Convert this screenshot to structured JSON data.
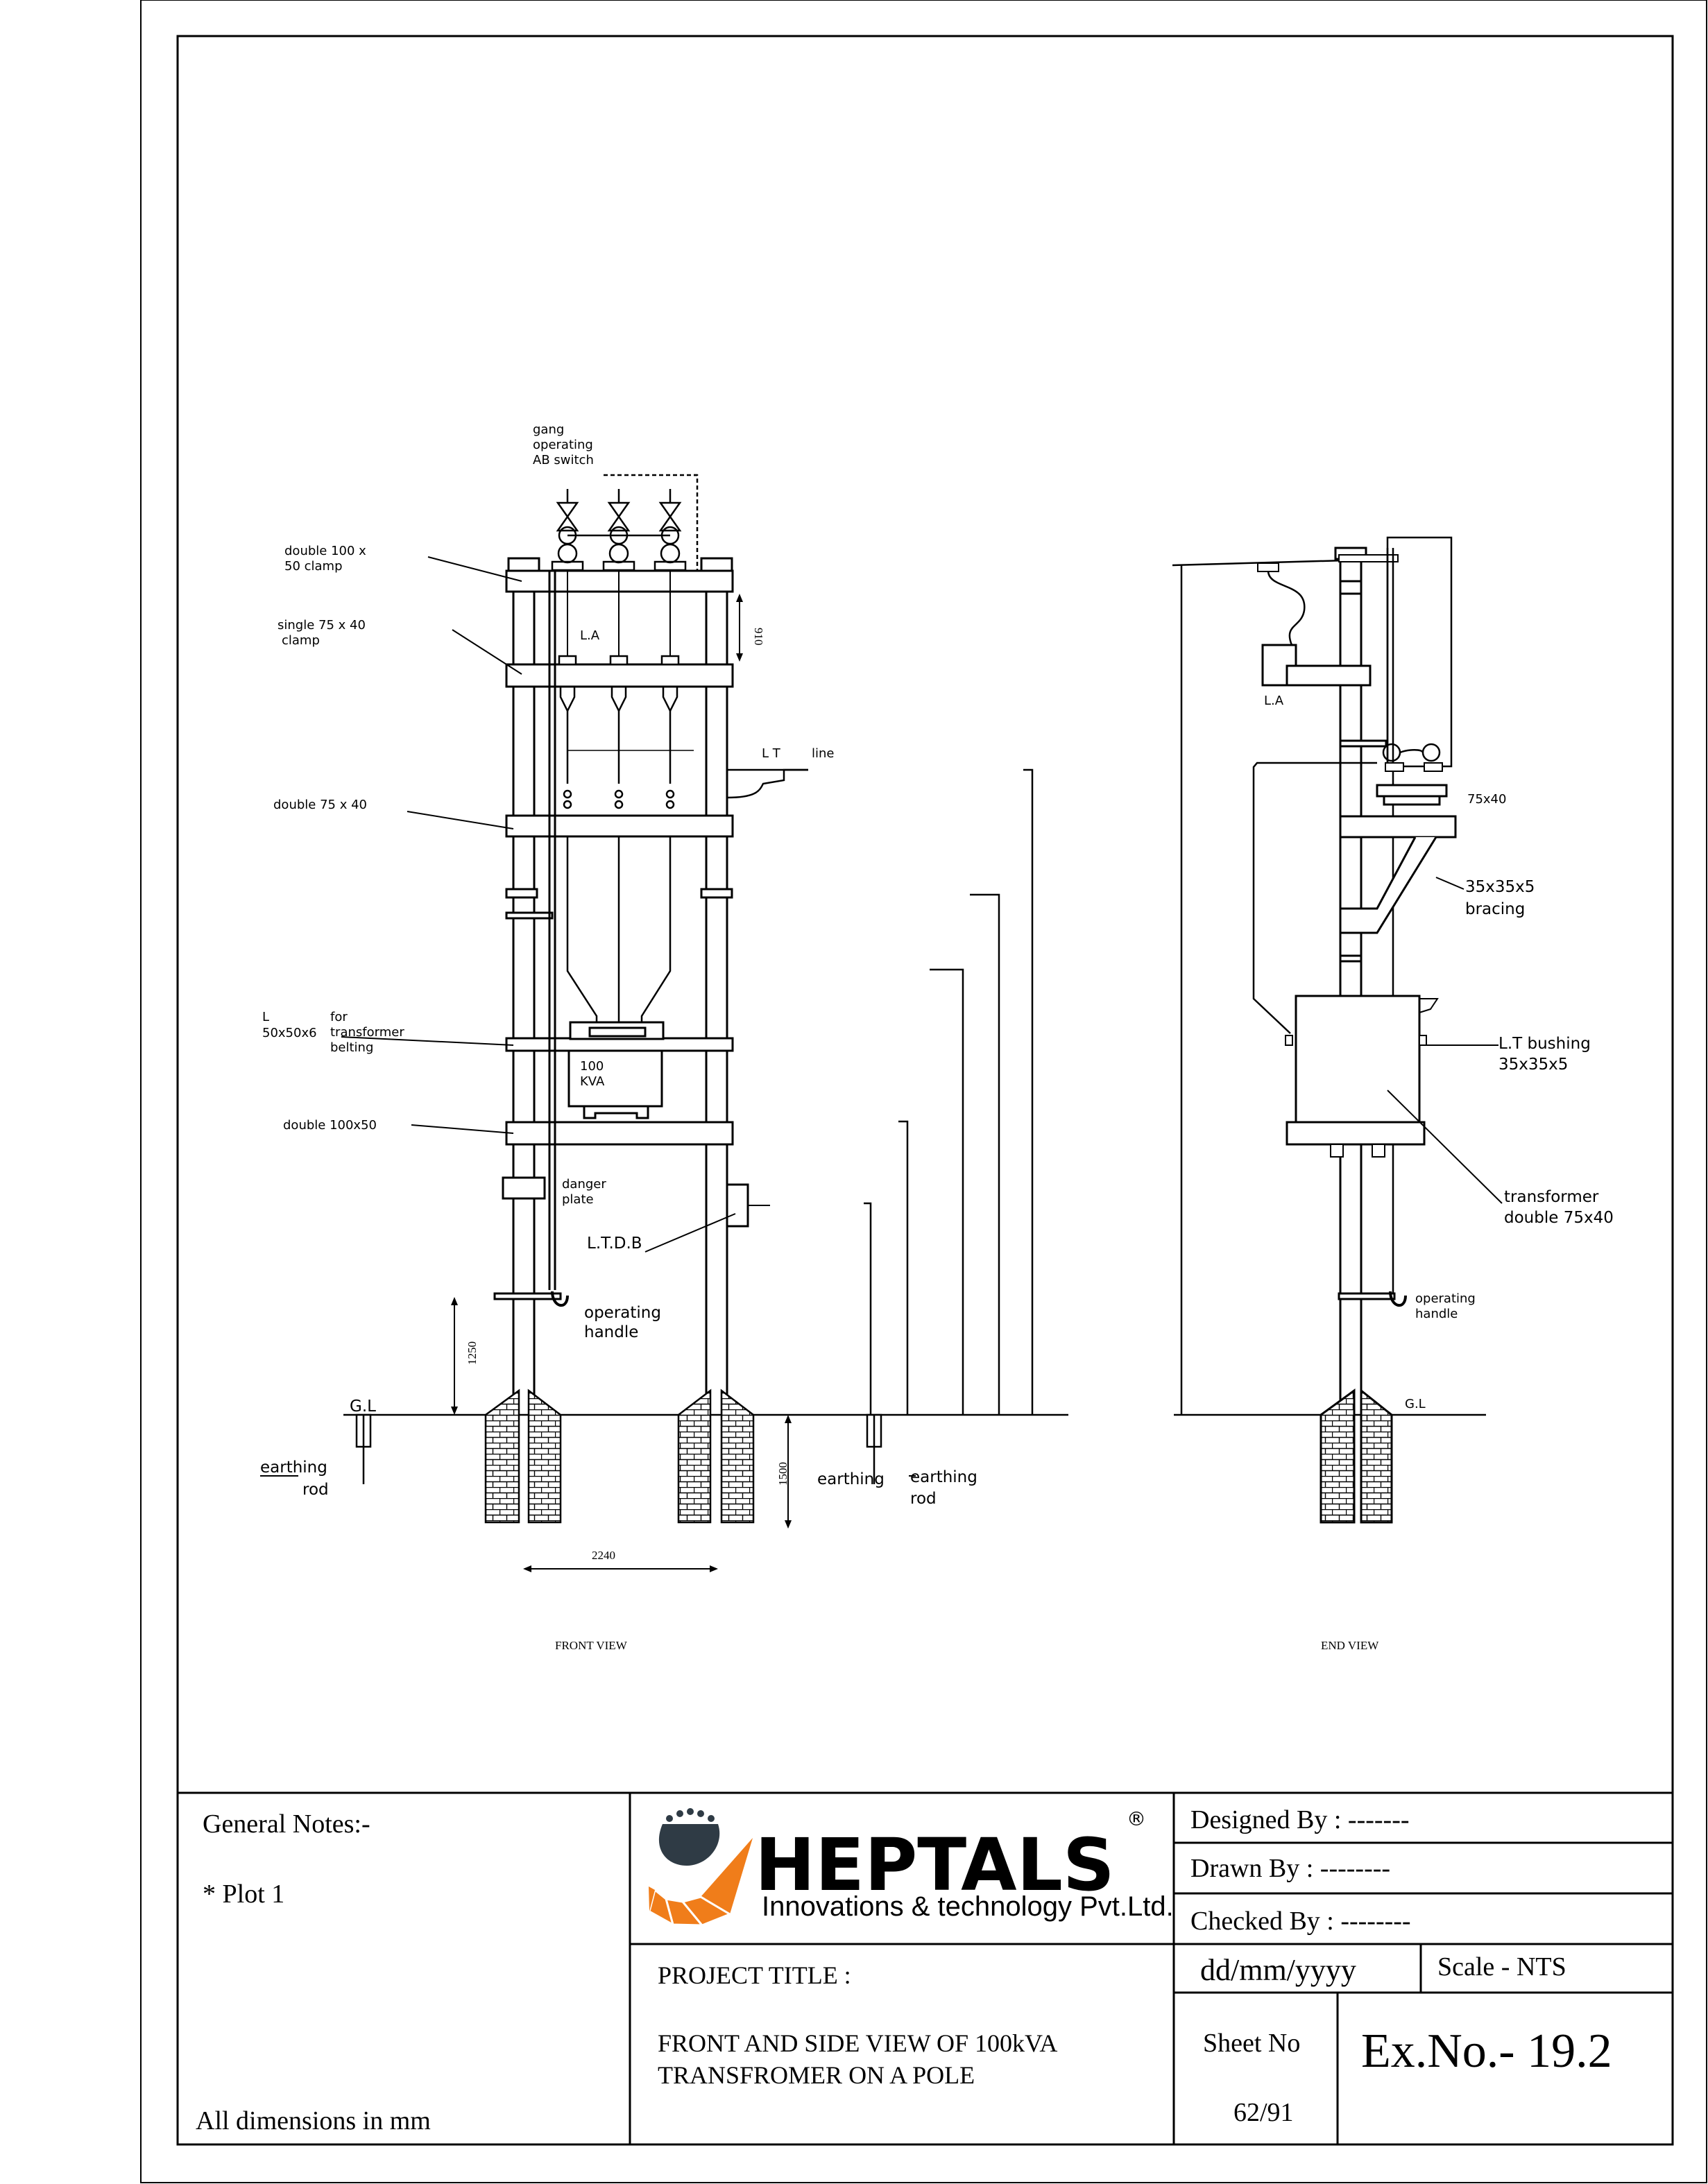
{
  "front": {
    "gang_switch": [
      "gang",
      "operating",
      "AB switch"
    ],
    "double_100_50_clamp": [
      "double 100 x",
      "50 clamp"
    ],
    "single_75_40_clamp": [
      "single 75 x 40",
      "clamp"
    ],
    "double_75_40": "double 75 x 40",
    "angle_l": [
      "L",
      "50x50x6"
    ],
    "belting": [
      "for",
      "transformer",
      "belting"
    ],
    "double_100x50": "double 100x50",
    "danger_plate": [
      "danger",
      "plate"
    ],
    "la": "L.A",
    "lt": "L T",
    "line": "line",
    "kva": [
      "100",
      "KVA"
    ],
    "ltdb": "L.T.D.B",
    "operating_handle": [
      "operating",
      "handle"
    ],
    "gl": "G.L",
    "earthing_rod_left": [
      "earthing",
      "rod"
    ],
    "earthing_rod_right": [
      "earthing",
      "rod"
    ],
    "dim_910": "910",
    "dim_1250": "1250",
    "dim_1500": "1500",
    "dim_2240": "2240",
    "title": "FRONT VIEW"
  },
  "end": {
    "la": "L.A",
    "bracket": "75x40",
    "bracing": [
      "35x35x5",
      "bracing"
    ],
    "lt_bushing": [
      "L.T bushing",
      "35x35x5"
    ],
    "transformer": [
      "transformer",
      "double 75x40"
    ],
    "operating_handle": [
      "operating",
      "handle"
    ],
    "gl": "G.L",
    "title": "END  VIEW"
  },
  "title_block": {
    "general_notes": "General Notes:-",
    "note_1": "* Plot 1",
    "all_dimensions": "All dimensions in mm",
    "company_name": "HEPTALS",
    "company_sub": "Innovations & technology Pvt.Ltd.",
    "registered": "®",
    "project_title_label": "PROJECT TITLE :",
    "project_title_line1": "FRONT AND SIDE VIEW OF 100kVA",
    "project_title_line2": "TRANSFROMER ON A POLE",
    "designed_by": "Designed By :  -------",
    "drawn_by": "Drawn By :  --------",
    "checked_by": "Checked By : --------",
    "date": "dd/mm/yyyy",
    "scale": "Scale - NTS",
    "sheet_no_label": "Sheet No",
    "sheet_no": "62/91",
    "ex_no": "Ex.No.- 19.2"
  },
  "colors": {
    "logo_dark": "#2f3b45",
    "logo_orange": "#f07d1a",
    "line": "#000000"
  }
}
